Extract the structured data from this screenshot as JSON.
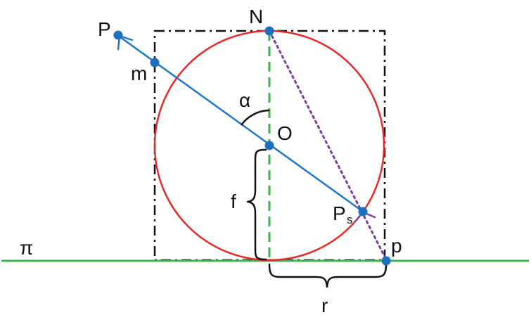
{
  "colors": {
    "circle": "#e32b2b",
    "ray": "#1f77c4",
    "point": "#1f6fbf",
    "axis": "#3fb34f",
    "plane": "#3fb34f",
    "projection": "#7a3f9e",
    "box": "#111111",
    "brace": "#111111"
  },
  "labels": {
    "point_p": "P",
    "point_m": "m",
    "point_n": "N",
    "angle_alpha": "α",
    "center_o": "O",
    "height_f": "f",
    "point_ps_main": "P",
    "point_ps_sub": "s",
    "plane_pi": "π",
    "point_proj": "p",
    "radius_r": "r"
  }
}
